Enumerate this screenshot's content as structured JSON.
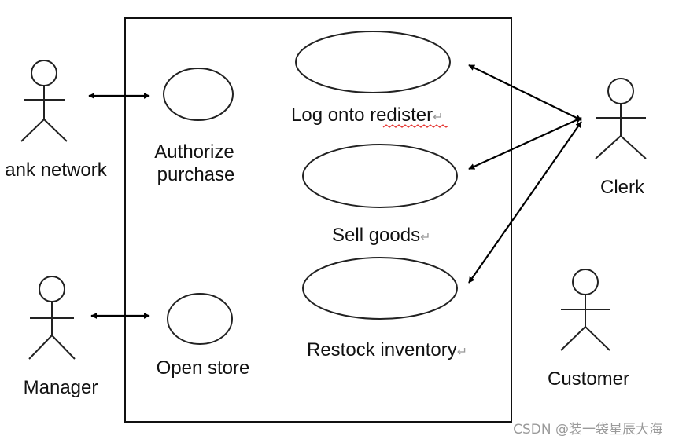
{
  "diagram": {
    "actors": {
      "bank": {
        "name": "Bank network",
        "shown": "ank network"
      },
      "manager": "Manager",
      "clerk": "Clerk",
      "customer": "Customer"
    },
    "use_cases": {
      "authorize": {
        "line1": "Authorize",
        "line2": "purchase"
      },
      "log_onto": {
        "prefix": "Log onto ",
        "misspelled": "redister",
        "mark": "↵"
      },
      "sell_goods": {
        "text": "Sell goods",
        "mark": "↵"
      },
      "restock": {
        "text": "Restock inventory",
        "mark": "↵"
      },
      "open_store": "Open store"
    },
    "colors": {
      "line": "#000000",
      "spellcheck_underline": "#e53935"
    }
  },
  "watermark": "CSDN @装一袋星辰大海"
}
